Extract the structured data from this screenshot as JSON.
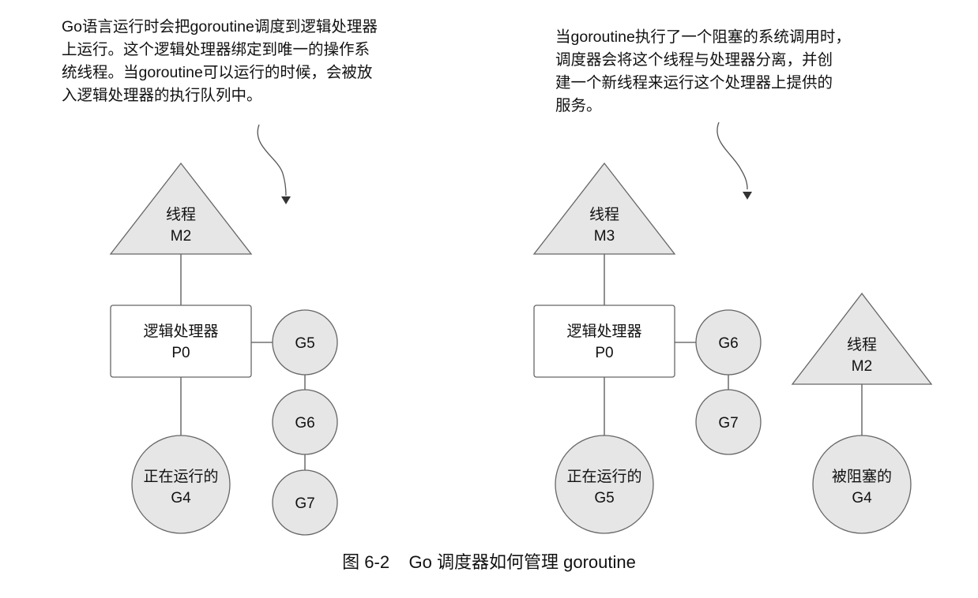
{
  "notes": {
    "left": [
      "Go语言运行时会把goroutine调度到逻辑处理器",
      "上运行。这个逻辑处理器绑定到唯一的操作系",
      "统线程。当goroutine可以运行的时候，会被放",
      "入逻辑处理器的执行队列中。"
    ],
    "right": [
      "当goroutine执行了一个阻塞的系统调用时，",
      "调度器会将这个线程与处理器分离，并创",
      "建一个新线程来运行这个处理器上提供的",
      "服务。"
    ]
  },
  "left_diagram": {
    "thread": {
      "line1": "线程",
      "line2": "M2"
    },
    "processor": {
      "line1": "逻辑处理器",
      "line2": "P0"
    },
    "running": {
      "line1": "正在运行的",
      "line2": "G4"
    },
    "queue": [
      "G5",
      "G6",
      "G7"
    ]
  },
  "right_diagram": {
    "thread": {
      "line1": "线程",
      "line2": "M3"
    },
    "processor": {
      "line1": "逻辑处理器",
      "line2": "P0"
    },
    "running": {
      "line1": "正在运行的",
      "line2": "G5"
    },
    "queue": [
      "G6",
      "G7"
    ],
    "blocked_thread": {
      "line1": "线程",
      "line2": "M2"
    },
    "blocked": {
      "line1": "被阻塞的",
      "line2": "G4"
    }
  },
  "caption": {
    "figure": "图 6-2",
    "text": "Go 调度器如何管理 goroutine"
  }
}
